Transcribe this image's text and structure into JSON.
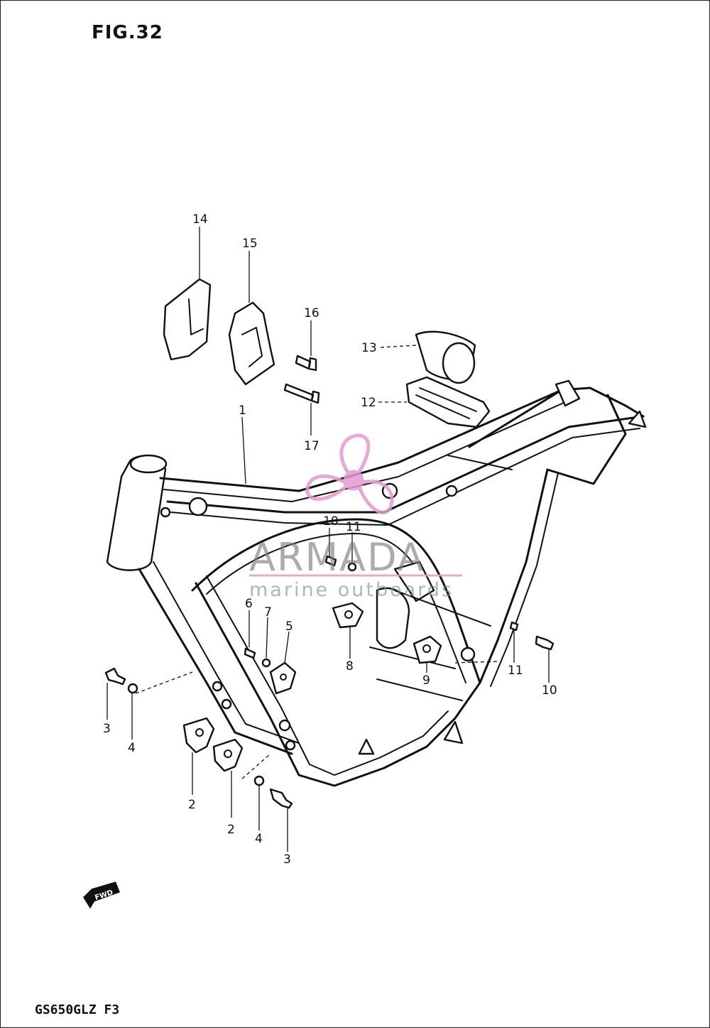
{
  "figure": {
    "title": "FIG.32",
    "model_code": "GS650GLZ F3"
  },
  "watermark": {
    "brand": "ARMADA",
    "tagline": "marine outboards",
    "color": "#e39ad2"
  },
  "front_marker": {
    "label": "FWD"
  },
  "callouts": [
    {
      "id": "c14",
      "label": "14"
    },
    {
      "id": "c15",
      "label": "15"
    },
    {
      "id": "c16",
      "label": "16"
    },
    {
      "id": "c17",
      "label": "17"
    },
    {
      "id": "c13",
      "label": "13"
    },
    {
      "id": "c12",
      "label": "12"
    },
    {
      "id": "c1",
      "label": "1"
    },
    {
      "id": "c10a",
      "label": "10"
    },
    {
      "id": "c11a",
      "label": "11"
    },
    {
      "id": "c6",
      "label": "6"
    },
    {
      "id": "c7",
      "label": "7"
    },
    {
      "id": "c5",
      "label": "5"
    },
    {
      "id": "c8",
      "label": "8"
    },
    {
      "id": "c9",
      "label": "9"
    },
    {
      "id": "c11b",
      "label": "11"
    },
    {
      "id": "c10b",
      "label": "10"
    },
    {
      "id": "c3a",
      "label": "3"
    },
    {
      "id": "c4a",
      "label": "4"
    },
    {
      "id": "c2a",
      "label": "2"
    },
    {
      "id": "c2b",
      "label": "2"
    },
    {
      "id": "c4b",
      "label": "4"
    },
    {
      "id": "c3b",
      "label": "3"
    }
  ]
}
